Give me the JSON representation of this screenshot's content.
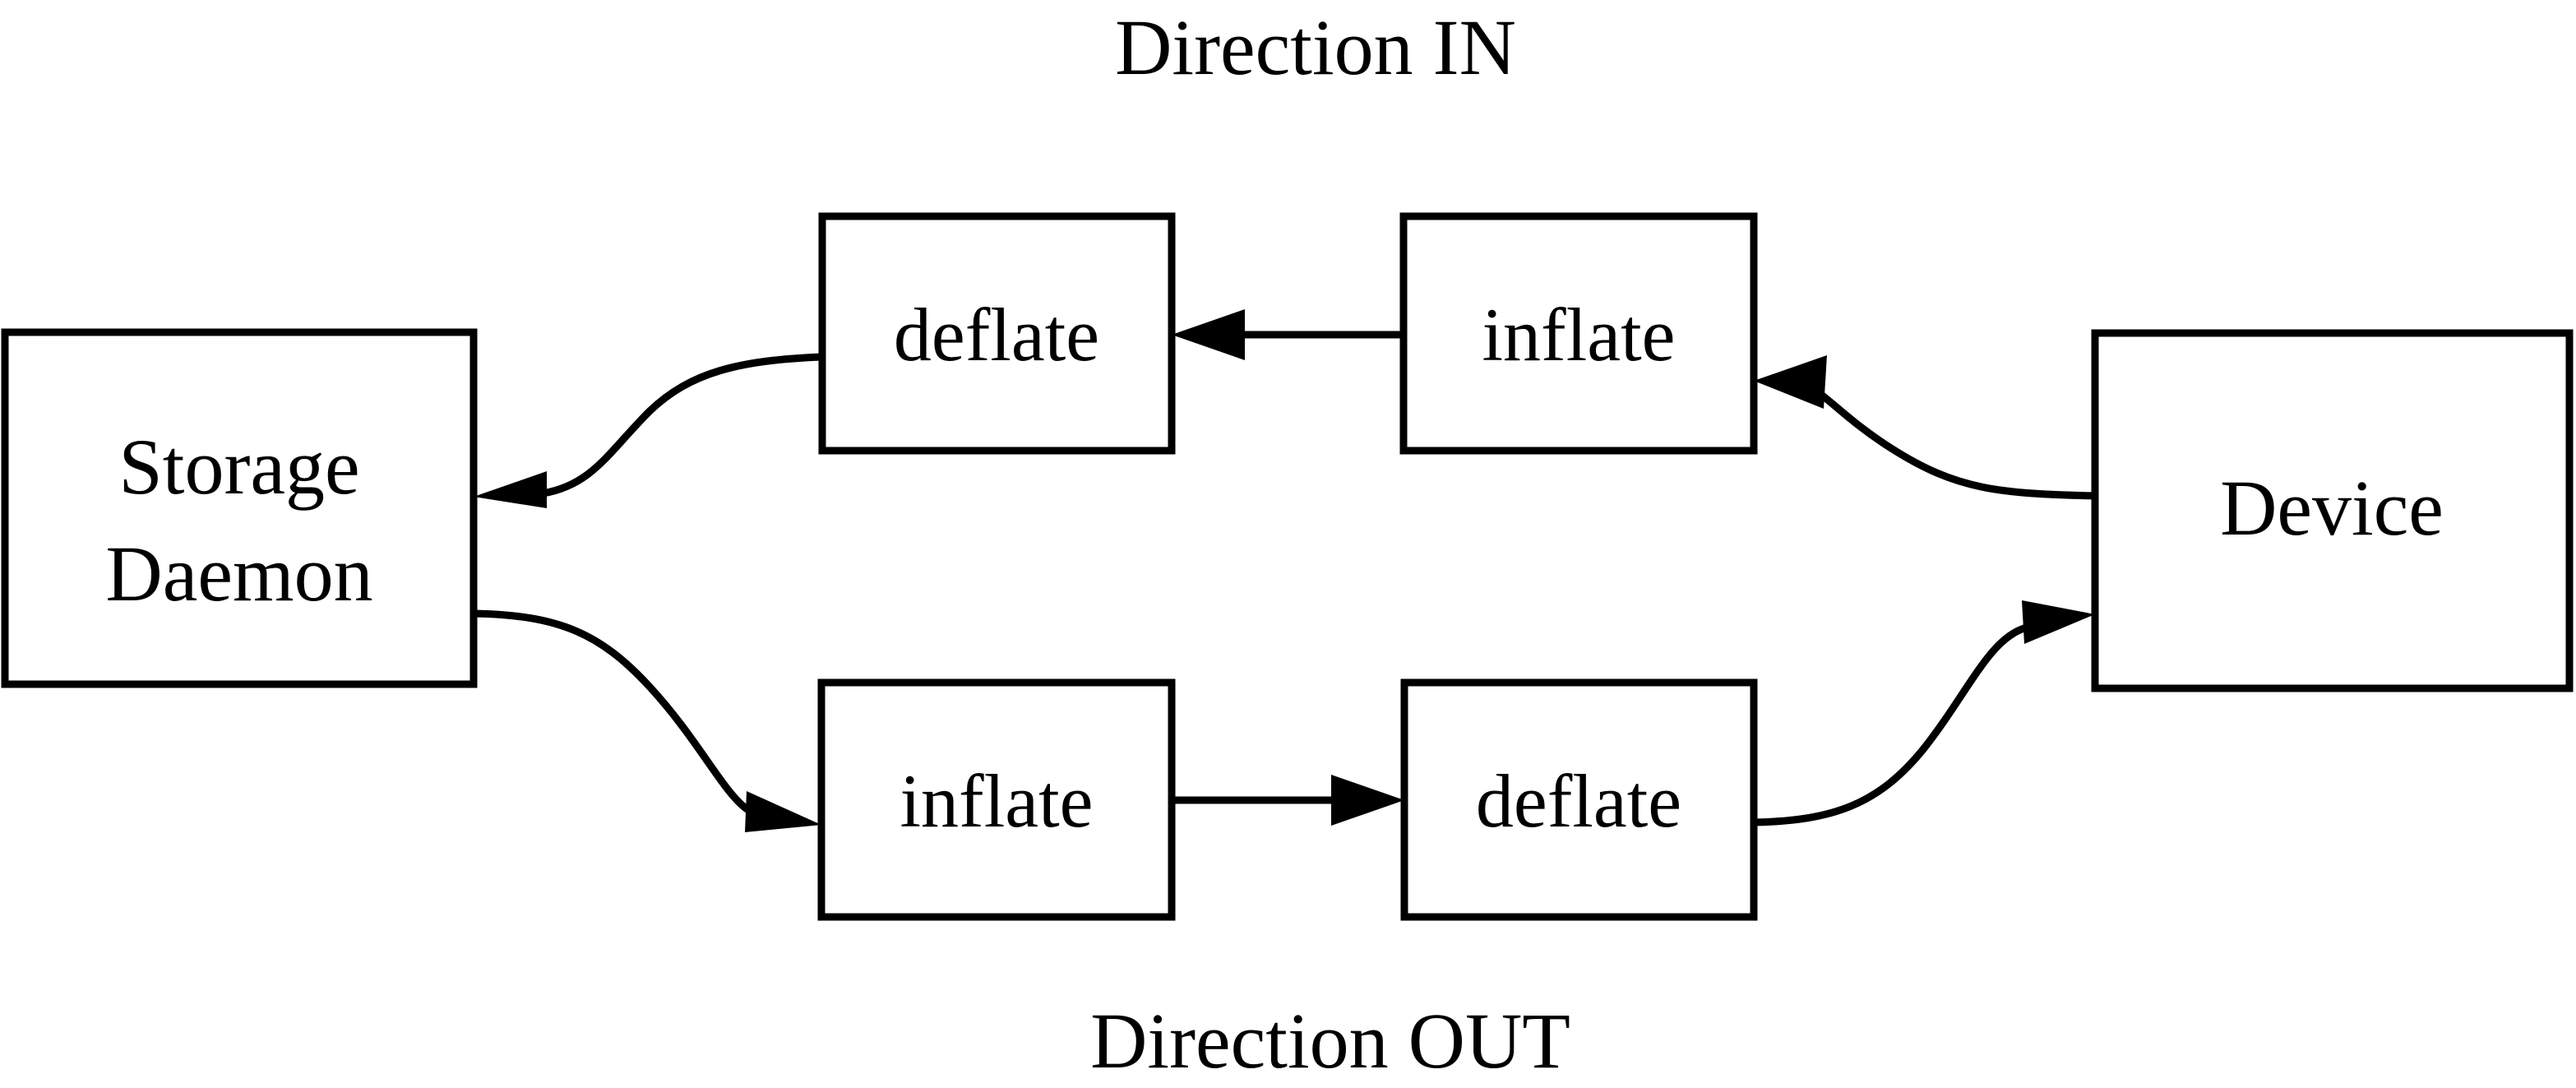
{
  "diagram": {
    "title_top": "Direction IN",
    "title_bottom": "Direction OUT",
    "background_color": "#ffffff",
    "line_color": "#000000",
    "nodes": {
      "storage_daemon_line1": "Storage",
      "storage_daemon_line2": "Daemon",
      "deflate_top": "deflate",
      "inflate_top": "inflate",
      "device": "Device",
      "inflate_bottom": "inflate",
      "deflate_bottom": "deflate"
    },
    "edges": [
      {
        "from": "Device",
        "to": "inflate (top)",
        "direction": "left"
      },
      {
        "from": "inflate (top)",
        "to": "deflate (top)",
        "direction": "left"
      },
      {
        "from": "deflate (top)",
        "to": "Storage Daemon",
        "direction": "left"
      },
      {
        "from": "Storage Daemon",
        "to": "inflate (bottom)",
        "direction": "right"
      },
      {
        "from": "inflate (bottom)",
        "to": "deflate (bottom)",
        "direction": "right"
      },
      {
        "from": "deflate (bottom)",
        "to": "Device",
        "direction": "right"
      }
    ]
  }
}
